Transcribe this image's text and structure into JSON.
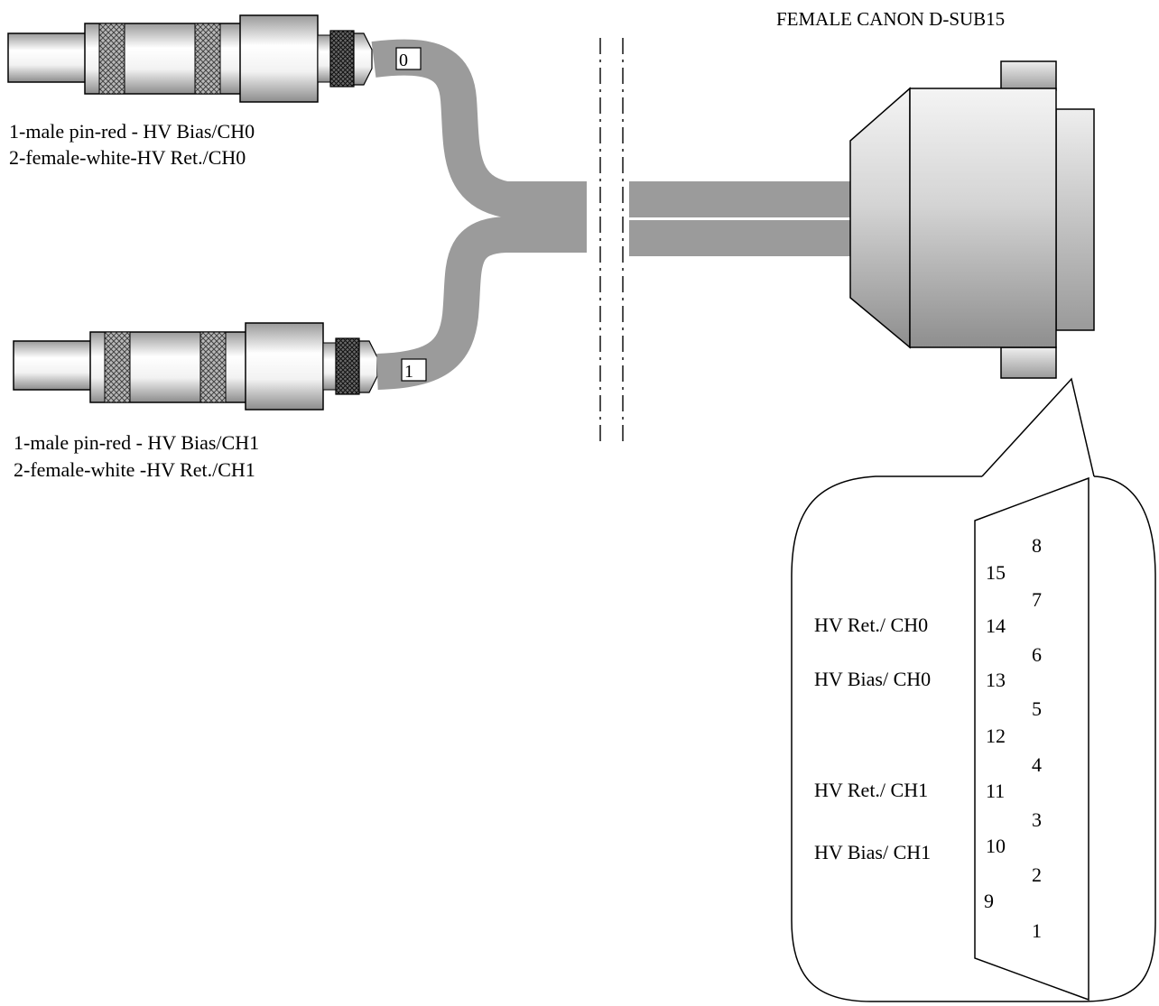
{
  "diagram": {
    "title": "FEMALE CANON D-SUB15",
    "connectors": [
      {
        "tag": "0",
        "line1": "1-male pin-red - HV Bias/CH0",
        "line2": "2-female-white-HV Ret./CH0"
      },
      {
        "tag": "1",
        "line1": "1-male pin-red - HV Bias/CH1",
        "line2": "2-female-white -HV Ret./CH1"
      }
    ],
    "pinout": {
      "top_row": [
        "8",
        "7",
        "6",
        "5",
        "4",
        "3",
        "2",
        "1"
      ],
      "bottom_row": [
        "15",
        "14",
        "13",
        "12",
        "11",
        "10",
        "9"
      ],
      "signals": [
        {
          "pin": "14",
          "label": "HV Ret./ CH0"
        },
        {
          "pin": "13",
          "label": "HV Bias/ CH0"
        },
        {
          "pin": "11",
          "label": "HV Ret./ CH1"
        },
        {
          "pin": "10",
          "label": "HV Bias/ CH1"
        }
      ]
    }
  }
}
